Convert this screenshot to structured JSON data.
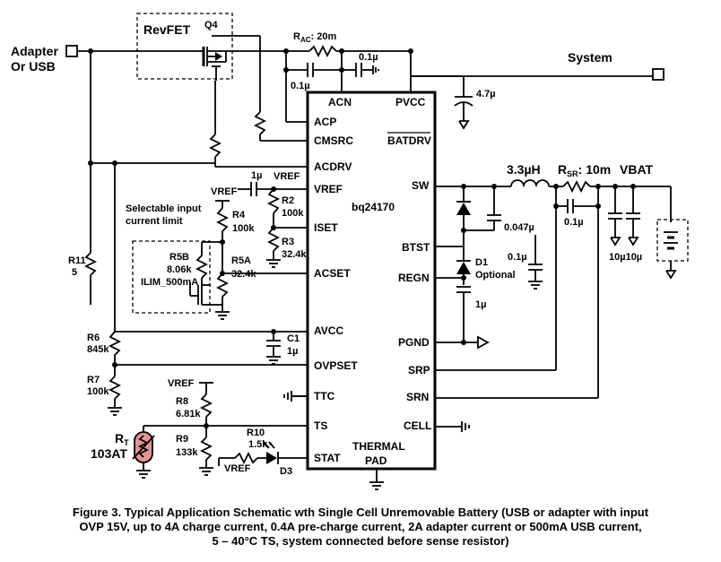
{
  "figure": {
    "caption_lines": [
      "Figure 3.  Typical Application Schematic wth Single Cell Unremovable Battery (USB or adapter with input",
      "OVP 15V, up to 4A charge current, 0.4A pre-charge current, 2A adapter current or 500mA USB current,",
      "5 – 40°C TS, system connected before sense resistor)"
    ]
  },
  "ic": {
    "name": "bq24170",
    "left_pins": [
      "ACP",
      "CMSRC",
      "ACDRV",
      "VREF",
      "ISET",
      "ACSET",
      "AVCC",
      "OVPSET",
      "TTC",
      "TS",
      "STAT"
    ],
    "top_pins": [
      "ACN",
      "PVCC"
    ],
    "right_pins": [
      "BATDRV",
      "SW",
      "BTST",
      "REGN",
      "PGND",
      "SRP",
      "SRN",
      "CELL"
    ],
    "thermal_pad": [
      "THERMAL",
      "PAD"
    ]
  },
  "labels": {
    "adapter": [
      "Adapter",
      "Or USB"
    ],
    "system": "System",
    "vbat": "VBAT",
    "revfet": "RevFET",
    "q4": "Q4",
    "rac": {
      "main": "R",
      "sub": "AC",
      "value": ": 20m"
    },
    "rsr": {
      "main": "R",
      "sub": "SR",
      "value": ": 10m"
    },
    "rt": {
      "main": "R",
      "sub": "T",
      "value": "103AT"
    },
    "inductor": "3.3µH",
    "selectable": [
      "Selectable input",
      "current limit"
    ],
    "ilim": "ILIM_500mA",
    "vref_labels": [
      "VREF",
      "VREF",
      "VREF",
      "VREF"
    ],
    "d1": [
      "D1",
      "Optional"
    ],
    "d3": "D3"
  },
  "components": {
    "c_acp": "0.1µ",
    "c_acn": "0.1µ",
    "c_pvcc": "4.7µ",
    "c_vref": "1µ",
    "r2": [
      "R2",
      "100k"
    ],
    "r3": [
      "R3",
      "32.4k"
    ],
    "r4": [
      "R4",
      "100k"
    ],
    "r5b": [
      "R5B",
      "8.06k"
    ],
    "r5a": [
      "R5A",
      "32.4k"
    ],
    "r11": [
      "R11",
      "5"
    ],
    "r6": [
      "R6",
      "845k"
    ],
    "r7": [
      "R7",
      "100k"
    ],
    "c1": [
      "C1",
      "1µ"
    ],
    "r8": [
      "R8",
      "6.81k"
    ],
    "r9": [
      "R9",
      "133k"
    ],
    "r10": [
      "R10",
      "1.5k"
    ],
    "c_btst": "0.047µ",
    "c_regn_top": "0.1µ",
    "c_regn": "1µ",
    "c_sr": "0.1µ",
    "c_bat": "10µ10µ"
  }
}
